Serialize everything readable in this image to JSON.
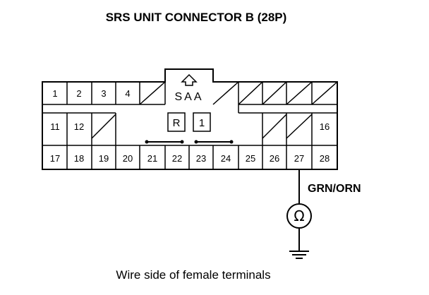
{
  "title": "SRS UNIT CONNECTOR B (28P)",
  "connector": {
    "key_label": "SAA",
    "box_left": "R",
    "box_right": "1",
    "pins": {
      "p1": "1",
      "p2": "2",
      "p3": "3",
      "p4": "4",
      "p11": "11",
      "p12": "12",
      "p16": "16",
      "p17": "17",
      "p18": "18",
      "p19": "19",
      "p20": "20",
      "p21": "21",
      "p22": "22",
      "p23": "23",
      "p24": "24",
      "p25": "25",
      "p26": "26",
      "p27": "27",
      "p28": "28"
    },
    "shorted_pairs": [
      [
        "21",
        "22"
      ],
      [
        "23",
        "24"
      ]
    ]
  },
  "probe": {
    "wire_color": "GRN/ORN",
    "meter_symbol": "Ω",
    "meter_icon": "ohmmeter-icon",
    "ground_icon": "ground-icon"
  },
  "caption": "Wire side of female terminals"
}
